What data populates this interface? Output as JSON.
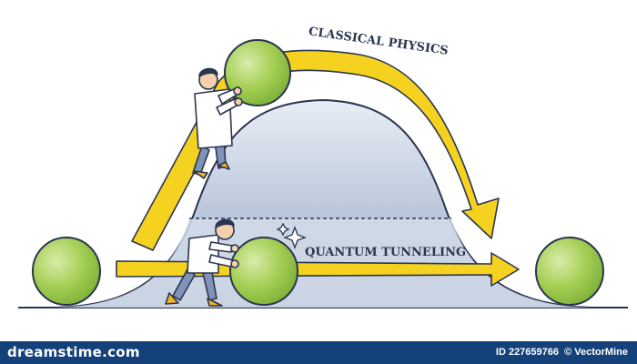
{
  "diagram": {
    "classical_label": "CLASSICAL PHYSICS",
    "quantum_label": "QUANTUM TUNNELING"
  },
  "footer": {
    "brand": "dreamstime.com",
    "image_id": "ID 227659766",
    "author": "© VectorMine"
  },
  "colors": {
    "barrier_fill": "#9fb0c9",
    "barrier_inner": "#c9d3e3",
    "arrow_fill": "#f4d21f",
    "sphere_fill": "#9cc84a",
    "footer_bg": "#15417a",
    "outline": "#2a3550"
  }
}
